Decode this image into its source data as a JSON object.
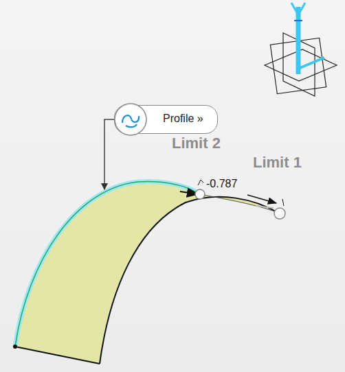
{
  "diagram": {
    "nodes": [
      {
        "text": [
          "Profile »"
        ]
      }
    ],
    "labels": [
      "Limit 2",
      "Limit 1",
      "-0.787"
    ]
  }
}
